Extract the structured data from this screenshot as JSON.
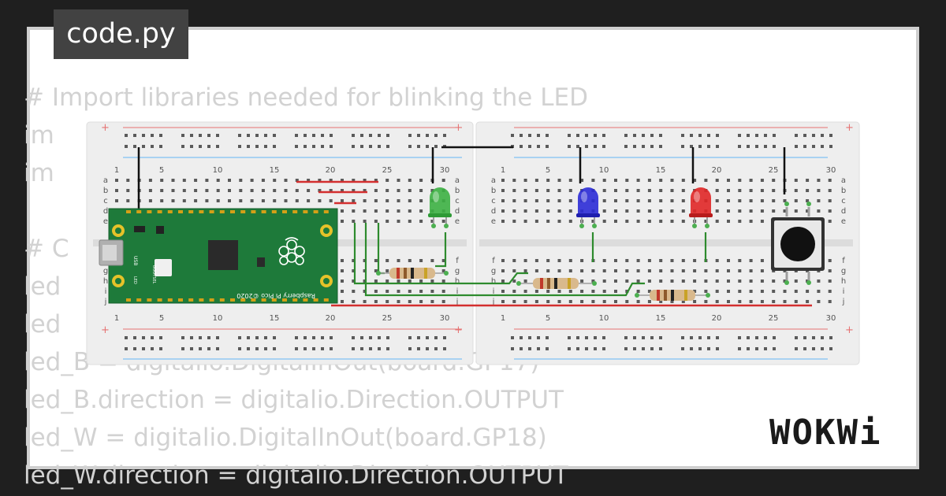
{
  "window": {
    "tab_title": "code.py"
  },
  "code_lines": [
    "# Import libraries needed for blinking the LED",
    "im",
    "im",
    "",
    "# C",
    "led",
    "led",
    "led_B = digitalio.DigitalInOut(board.GP17)",
    "led_B.direction = digitalio.Direction.OUTPUT",
    "led_W = digitalio.DigitalInOut(board.GP18)",
    "led_W.direction = digitalio.Direction.OUTPUT"
  ],
  "breadboard": {
    "column_numbers": [
      "1",
      "5",
      "10",
      "15",
      "20",
      "25",
      "30"
    ],
    "rows_top": [
      "a",
      "b",
      "c",
      "d",
      "e"
    ],
    "rows_bottom": [
      "f",
      "g",
      "h",
      "i",
      "j"
    ],
    "rail_sign": "+"
  },
  "pico": {
    "label": "Raspberry Pi Pico ©2020",
    "usb_label": "USB",
    "bootsel_label": "BOOTSEL",
    "led_label": "LED"
  },
  "leds": [
    {
      "name": "green",
      "color": "#3cb043"
    },
    {
      "name": "blue",
      "color": "#2b2bd6"
    },
    {
      "name": "red",
      "color": "#e02626"
    }
  ],
  "brand": {
    "logo": "WOKWi"
  }
}
